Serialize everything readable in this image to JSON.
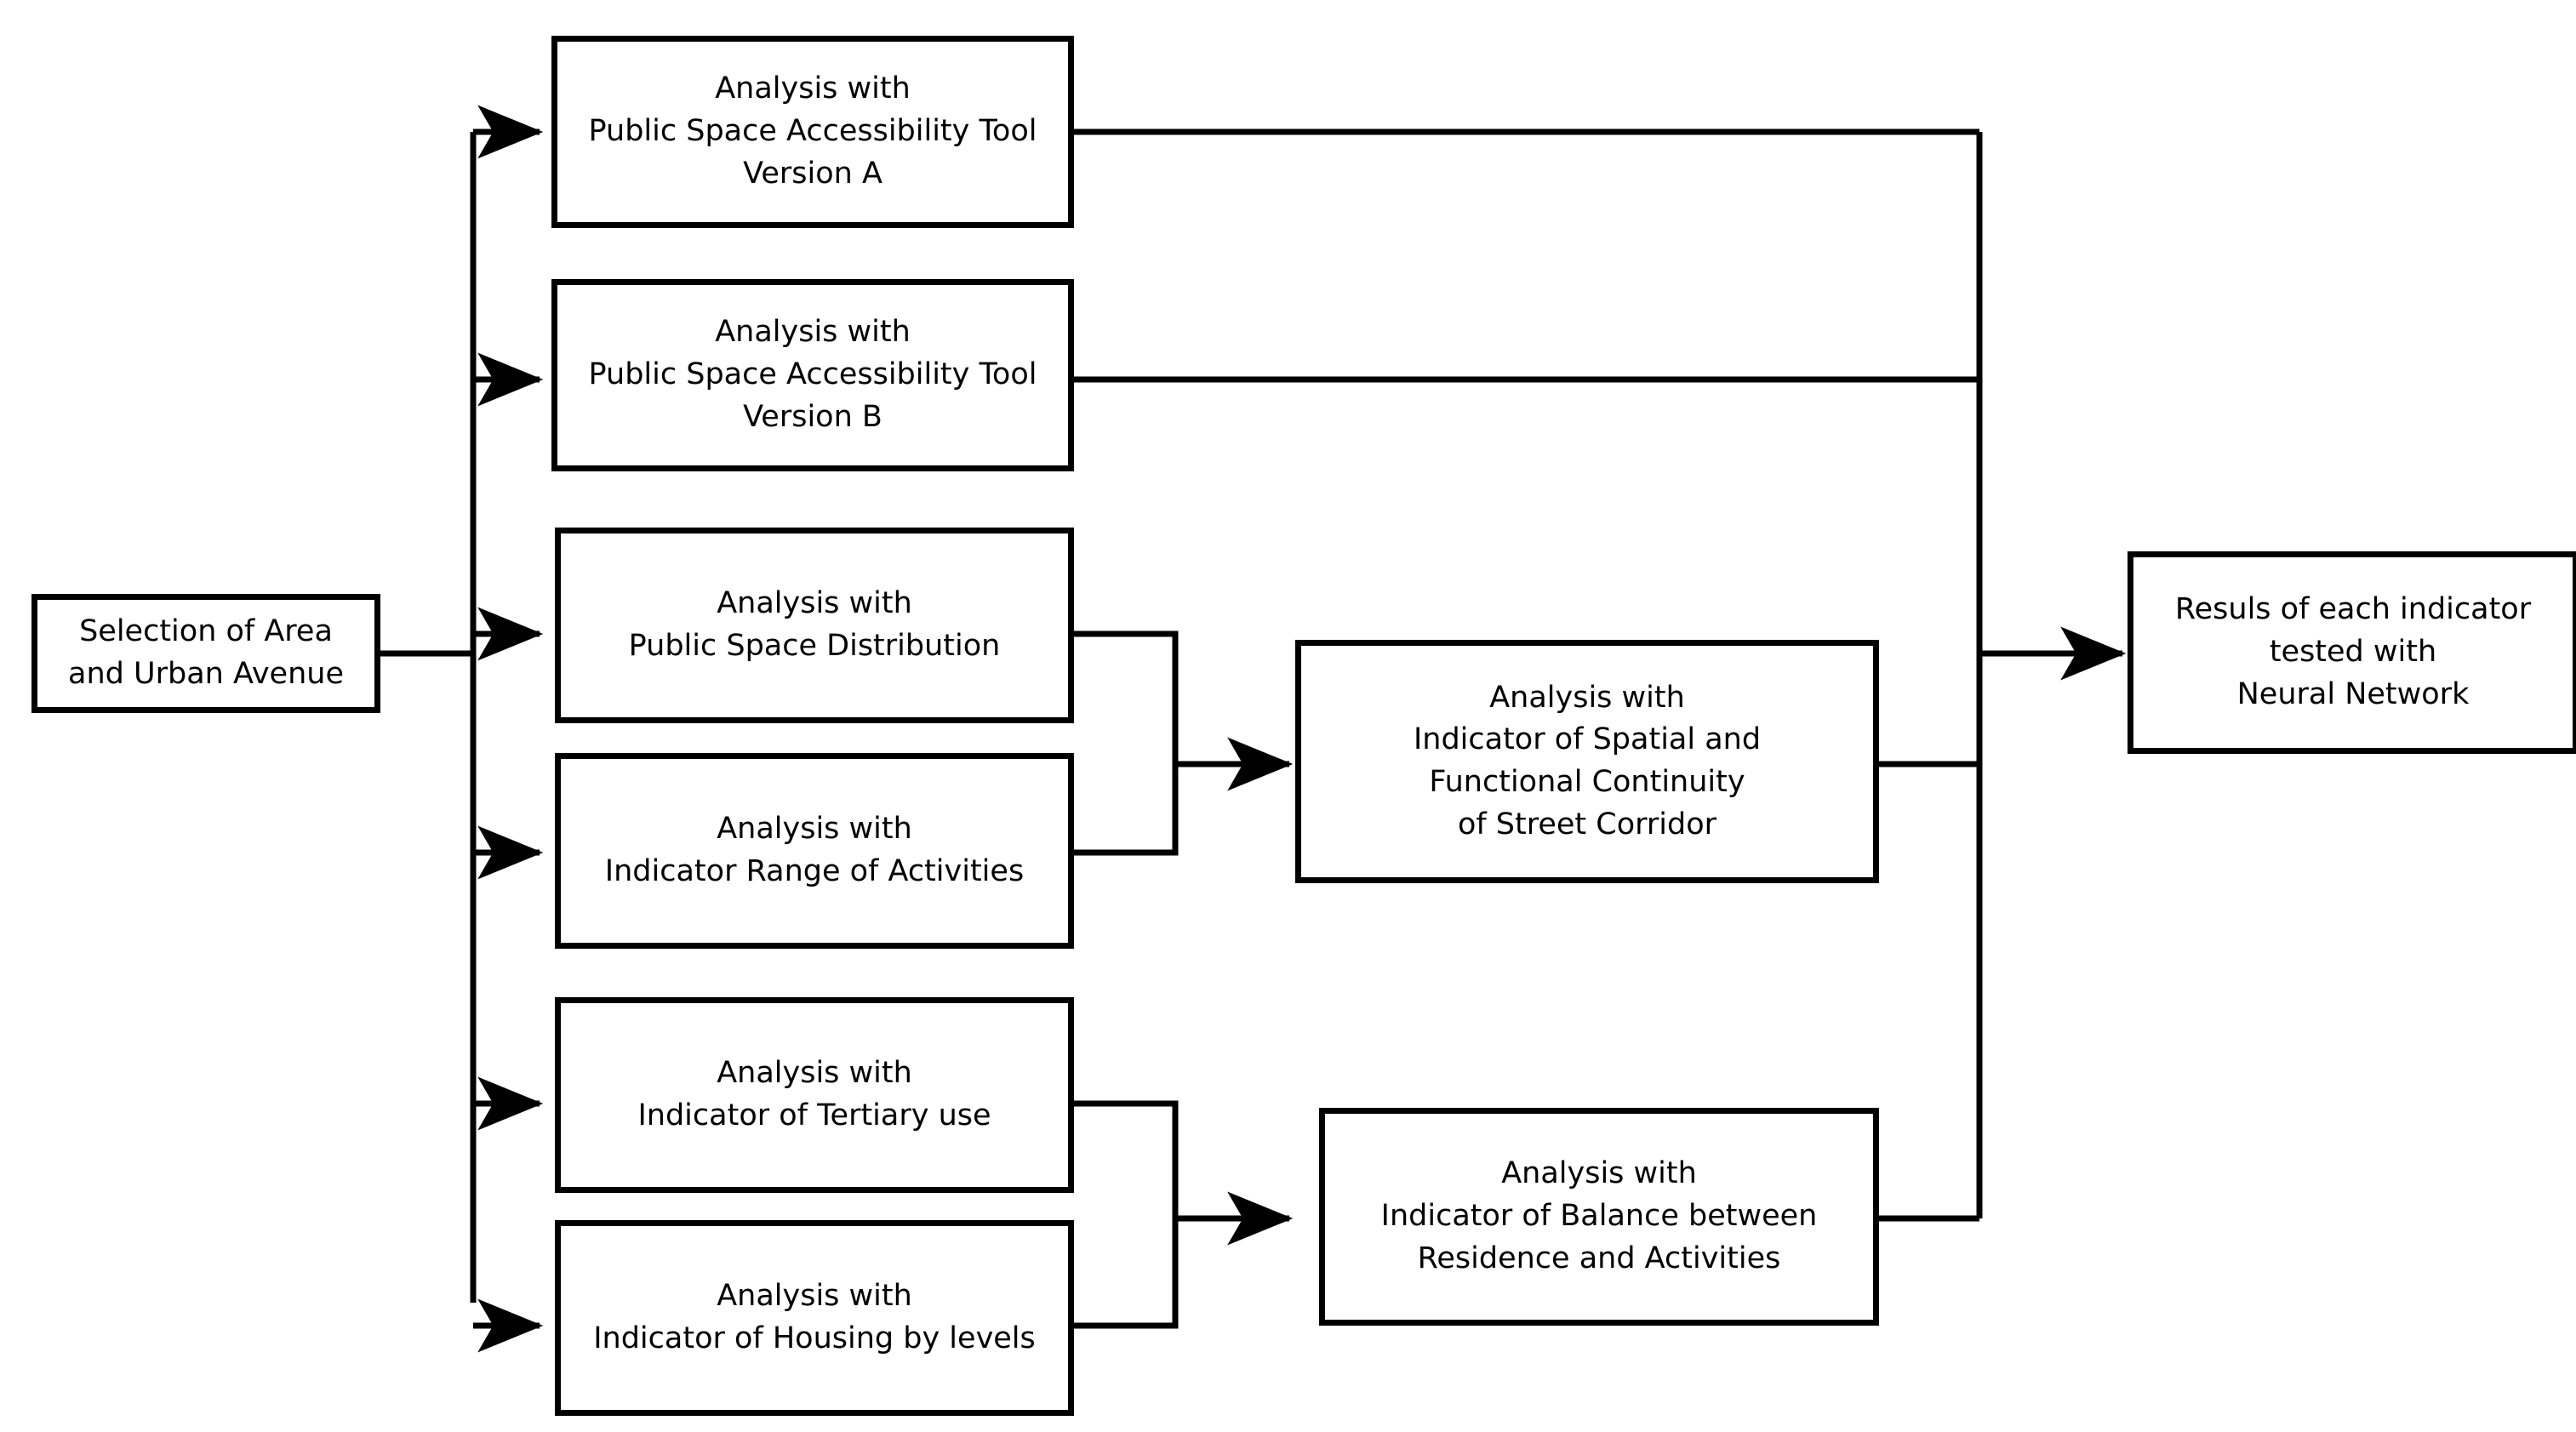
{
  "diagram": {
    "title": "Urban public space indicator analysis workflow",
    "background_color": "#ffffff",
    "line_color": "#000000",
    "box_border_color": "#000000",
    "box_fill_color": "#ffffff",
    "nodes": {
      "source": {
        "label": "Selection of Area\nand Urban Avenue",
        "lines": [
          "Selection of Area",
          "and Urban Avenue"
        ]
      },
      "tool_a": {
        "label": "Analysis with\nPublic Space Accessibility Tool\nVersion A",
        "lines": [
          "Analysis with",
          "Public Space Accessibility Tool",
          "Version A"
        ]
      },
      "tool_b": {
        "label": "Analysis with\nPublic Space Accessibility Tool\nVersion B",
        "lines": [
          "Analysis with",
          "Public Space Accessibility Tool",
          "Version B"
        ]
      },
      "space_distribution": {
        "label": "Analysis with\nPublic Space Distribution",
        "lines": [
          "Analysis with",
          "Public Space Distribution"
        ]
      },
      "range_activities": {
        "label": "Analysis with\nIndicator Range of Activities",
        "lines": [
          "Analysis with",
          "Indicator Range of Activities"
        ]
      },
      "tertiary_use": {
        "label": "Analysis with\nIndicator of Tertiary use",
        "lines": [
          "Analysis with",
          "Indicator of Tertiary use"
        ]
      },
      "housing_levels": {
        "label": "Analysis with\nIndicator of Housing by levels",
        "lines": [
          "Analysis with",
          "Indicator of Housing by levels"
        ]
      },
      "spatial_continuity": {
        "label": "Analysis with\nIndicator of Spatial and\nFunctional Continuity\nof Street Corridor",
        "lines": [
          "Analysis with",
          "Indicator of Spatial and",
          "Functional Continuity",
          "of Street Corridor"
        ]
      },
      "balance_residence": {
        "label": "Analysis with\nIndicator of Balance between\nResidence and Activities",
        "lines": [
          "Analysis with",
          "Indicator of Balance between",
          "Residence and Activities"
        ]
      },
      "results": {
        "label": "Resuls of each indicator\ntested with\nNeural Network",
        "lines": [
          "Resuls of each indicator",
          "tested with",
          "Neural Network"
        ]
      }
    },
    "edges": [
      {
        "from": "source",
        "to": "tool_a",
        "arrow": true
      },
      {
        "from": "source",
        "to": "tool_b",
        "arrow": true
      },
      {
        "from": "source",
        "to": "space_distribution",
        "arrow": true
      },
      {
        "from": "source",
        "to": "range_activities",
        "arrow": true
      },
      {
        "from": "source",
        "to": "tertiary_use",
        "arrow": true
      },
      {
        "from": "source",
        "to": "housing_levels",
        "arrow": true
      },
      {
        "from": "space_distribution",
        "to": "spatial_continuity",
        "arrow": true
      },
      {
        "from": "range_activities",
        "to": "spatial_continuity",
        "arrow": true
      },
      {
        "from": "tertiary_use",
        "to": "balance_residence",
        "arrow": true
      },
      {
        "from": "housing_levels",
        "to": "balance_residence",
        "arrow": true
      },
      {
        "from": "tool_a",
        "to": "results",
        "arrow": true
      },
      {
        "from": "tool_b",
        "to": "results",
        "arrow": true
      },
      {
        "from": "spatial_continuity",
        "to": "results",
        "arrow": true
      },
      {
        "from": "balance_residence",
        "to": "results",
        "arrow": true
      }
    ]
  }
}
